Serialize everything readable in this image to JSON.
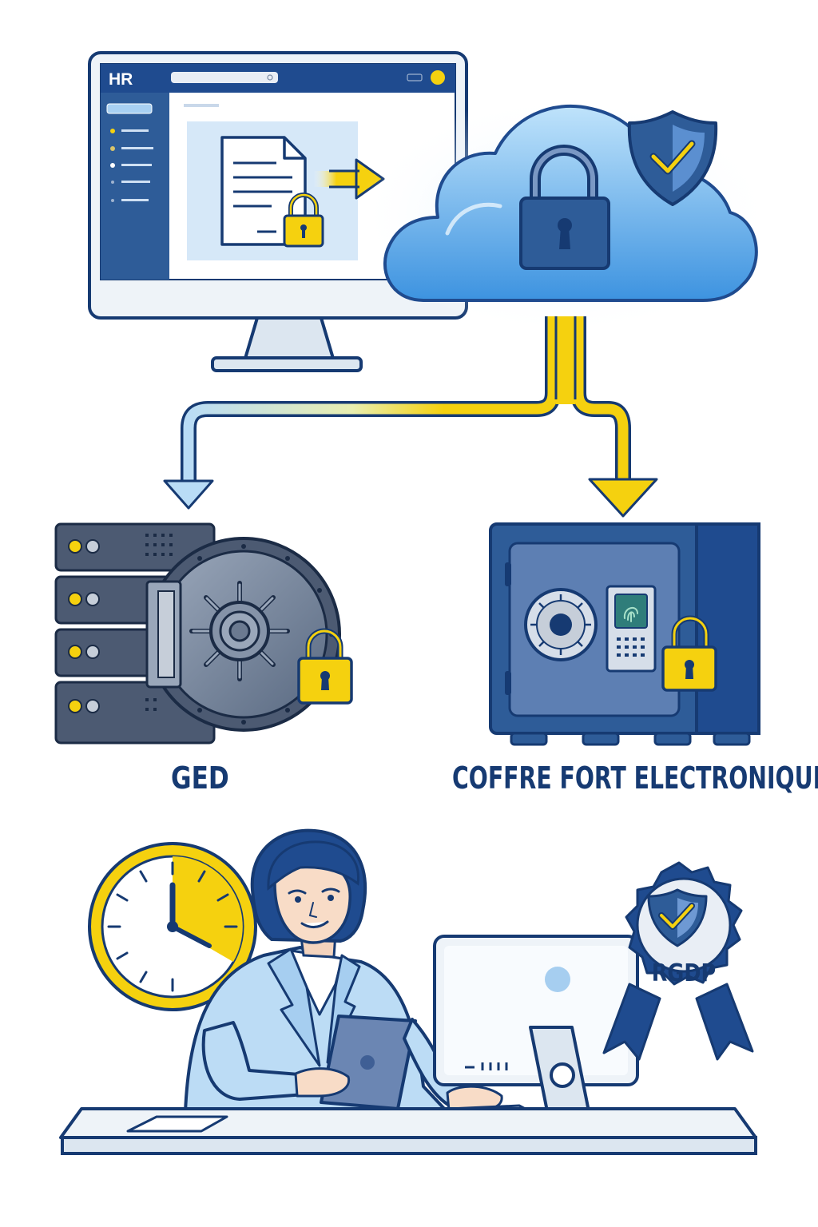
{
  "monitor": {
    "title": "HR"
  },
  "storage": {
    "ged_label": "GED",
    "safe_label": "COFFRE FORT ELECTRONIQUE"
  },
  "badge": {
    "label": "RGDP"
  },
  "colors": {
    "navy": "#163a72",
    "blue": "#2a5ea8",
    "light_blue": "#8ec8f2",
    "yellow": "#f5d10f",
    "gray": "#4c5a72"
  },
  "icons": [
    "document-icon",
    "padlock-icon",
    "cloud-icon",
    "shield-check-icon",
    "server-rack-icon",
    "vault-door-icon",
    "safe-icon",
    "fingerprint-icon",
    "clock-icon",
    "award-badge-icon"
  ]
}
